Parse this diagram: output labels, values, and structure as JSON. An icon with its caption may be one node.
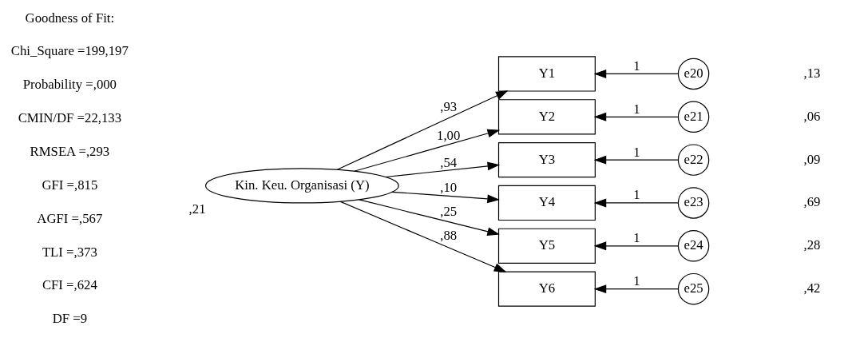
{
  "diagram": {
    "nodes": [
      {
        "text": [
          "Kin. Keu. Organisasi (Y)"
        ],
        "beside": [
          ",21"
        ]
      },
      {
        "text": [
          "Y1"
        ]
      },
      {
        "text": [
          "Y2"
        ]
      },
      {
        "text": [
          "Y3"
        ]
      },
      {
        "text": [
          "Y4"
        ]
      },
      {
        "text": [
          "Y5"
        ]
      },
      {
        "text": [
          "Y6"
        ]
      },
      {
        "text": [
          "e20"
        ]
      },
      {
        "text": [
          "e21"
        ]
      },
      {
        "text": [
          "e22"
        ]
      },
      {
        "text": [
          "e23"
        ]
      },
      {
        "text": [
          "e24"
        ]
      },
      {
        "text": [
          "e25"
        ]
      }
    ],
    "edges": [
      {
        "from": 0,
        "to": 1,
        "arrow": "to",
        "label": ",93"
      },
      {
        "from": 0,
        "to": 2,
        "arrow": "to",
        "label": "1,00"
      },
      {
        "from": 0,
        "to": 3,
        "arrow": "to",
        "label": ",54"
      },
      {
        "from": 0,
        "to": 4,
        "arrow": "to",
        "label": ",10"
      },
      {
        "from": 0,
        "to": 5,
        "arrow": "to",
        "label": ",25"
      },
      {
        "from": 0,
        "to": 6,
        "arrow": "to",
        "label": ",88"
      },
      {
        "from": 7,
        "to": 1,
        "arrow": "to",
        "label": "1"
      },
      {
        "from": 8,
        "to": 2,
        "arrow": "to",
        "label": "1"
      },
      {
        "from": 9,
        "to": 3,
        "arrow": "to",
        "label": "1"
      },
      {
        "from": 10,
        "to": 4,
        "arrow": "to",
        "label": "1"
      },
      {
        "from": 11,
        "to": 5,
        "arrow": "to",
        "label": "1"
      },
      {
        "from": 12,
        "to": 6,
        "arrow": "to",
        "label": "1"
      }
    ],
    "labels": [
      "Goodness of Fit:",
      "Chi_Square =199,197",
      "Probability =,000",
      "CMIN/DF =22,133",
      "RMSEA =,293",
      "GFI =,815",
      "AGFI =,567",
      "TLI =,373",
      "CFI =,624",
      "DF =9",
      ",13",
      ",06",
      ",09",
      ",69",
      ",28",
      ",42"
    ]
  }
}
